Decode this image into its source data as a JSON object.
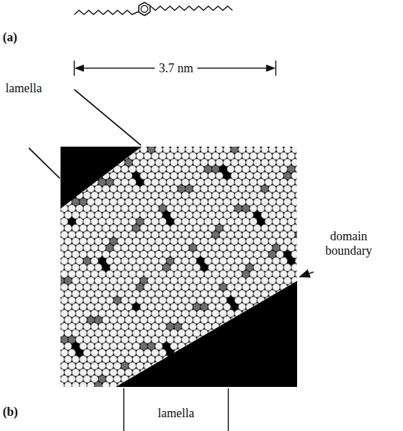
{
  "diagram": {
    "labels": [
      "(a)",
      "3.7 nm",
      "lamella",
      "domain boundary",
      "(b)",
      "lamella"
    ]
  }
}
